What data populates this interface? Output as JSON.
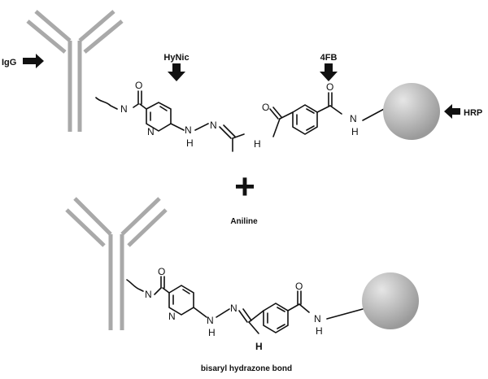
{
  "labels": {
    "igg": "IgG",
    "hynic": "HyNic",
    "fourfb": "4FB",
    "hrp": "HRP",
    "catalyst": "Aniline",
    "bond": "bisaryl hydrazone bond",
    "plus": "+"
  },
  "atoms": {
    "O": "O",
    "N": "N",
    "H": "H"
  },
  "colors": {
    "antibody": "#a9a9a9",
    "ink": "#111111",
    "sphere_light": "#e0e0e0",
    "sphere_dark": "#9a9a9a"
  },
  "icons": {
    "arrow": "arrow-icon",
    "antibody": "antibody-icon",
    "enzyme": "hrp-sphere-icon"
  }
}
